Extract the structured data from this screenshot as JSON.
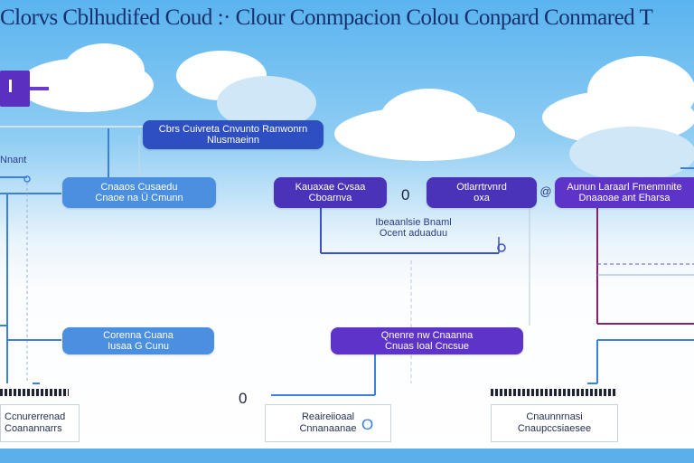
{
  "title": "Clorvs Cblhudifed Coud :· Clour Conmpacion Colou Conpard Conmared T",
  "nodes": {
    "top_center": [
      "Cbrs Cuivreta Cnvunto Ranwonrn",
      "Nlusmaeinn"
    ],
    "mid_left": [
      "Cnaaos Cusaedu",
      "Cnaoe na Ü Cmunn"
    ],
    "mid_center": [
      "Kauaxae Cvsaa",
      "Cboarnva"
    ],
    "mid_center_right": [
      "Otlarrtrvnrd",
      "oxa"
    ],
    "mid_right": [
      "Aunun Laraarl Fmenmnite",
      "Dnaaoae ant Eharsa"
    ],
    "low_left": [
      "Corenna Cuana",
      "Iusaa G Cunu"
    ],
    "low_center": [
      "Qnenre nw Cnaanna",
      "Cnuas Ioal Cncsue"
    ]
  },
  "labels": {
    "center_note": [
      "Ibeaanlsie Bnaml",
      "Ocent aduaduu"
    ],
    "left_edge": "Nnant",
    "center_zero": "0",
    "bottom_zero": "0",
    "card_right_mark": "O",
    "small_icon_right": "@"
  },
  "cards": {
    "left": [
      "Ccnurerrenad",
      "Coanannarrs"
    ],
    "center": [
      "Reaireiioaal",
      "Cnnanaanae"
    ],
    "right": [
      "Cnaunnrnasi",
      "Cnaupccsiaesee"
    ]
  },
  "colors": {
    "sky_top": "#5ab4ef",
    "node_blue": "#4a8fe0",
    "node_navy": "#2d4fc2",
    "node_indigo": "#4a33b8",
    "node_violet": "#5d34c7",
    "connector_blue": "#3b7fe0",
    "connector_purple": "#8a1f6e"
  },
  "icons": {
    "top_left": "key-flag-icon"
  }
}
